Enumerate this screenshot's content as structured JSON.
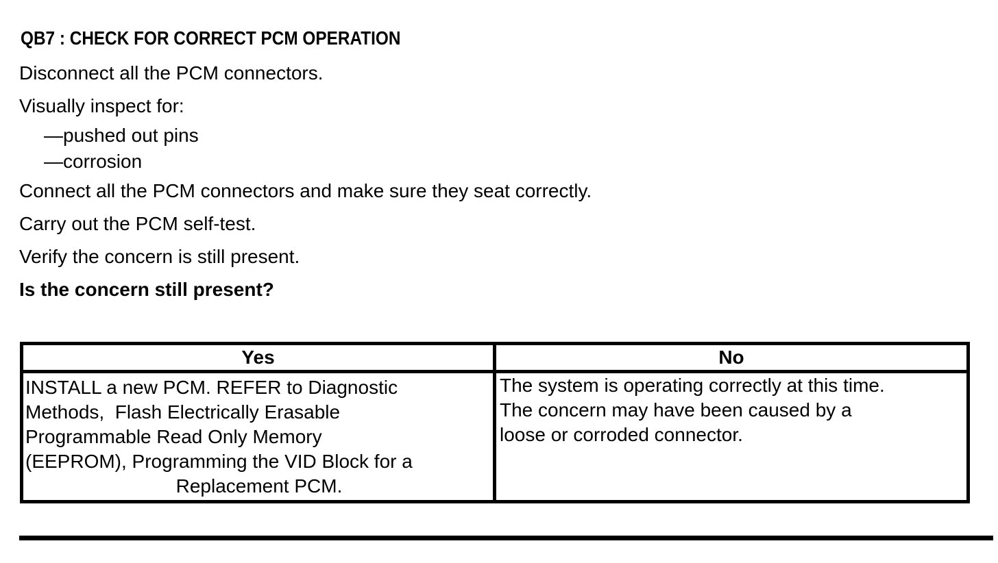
{
  "document": {
    "heading": "QB7 : CHECK FOR CORRECT PCM OPERATION",
    "steps": [
      {
        "text": "Disconnect all the PCM connectors."
      },
      {
        "text": "Visually inspect for:"
      },
      {
        "text": "—pushed out pins"
      },
      {
        "text": "—corrosion"
      },
      {
        "text": "Connect all the PCM connectors and make sure they seat correctly."
      },
      {
        "text": "Carry out the PCM self-test."
      },
      {
        "text": "Verify the concern is still present."
      },
      {
        "text": "Is the concern still present?"
      }
    ],
    "decision_table": {
      "headers": [
        "Yes",
        "No"
      ],
      "yes_lines": [
        "INSTALL a new PCM. REFER to Diagnostic",
        "Methods,  Flash Electrically Erasable",
        "Programmable Read Only Memory",
        "(EEPROM), Programming the VID Block for a",
        "Replacement PCM."
      ],
      "no_lines": [
        "The system is operating correctly at this time.",
        "The concern may have been caused by a",
        "loose or corroded connector."
      ]
    }
  }
}
